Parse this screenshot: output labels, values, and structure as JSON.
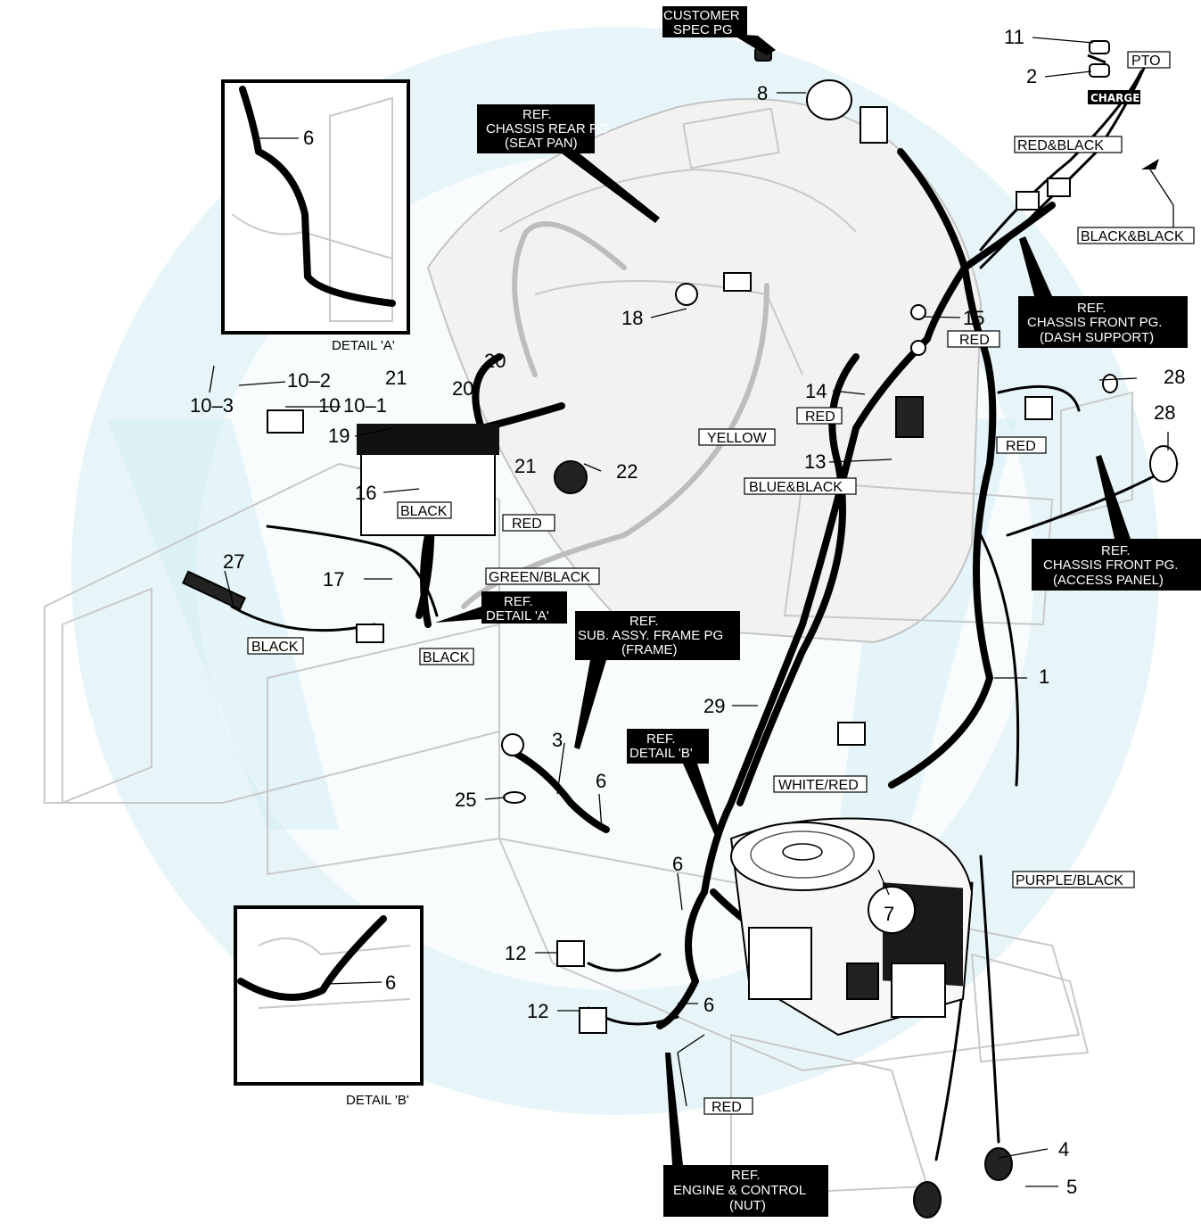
{
  "callouts": {
    "n1": "1",
    "n2": "2",
    "n3": "3",
    "n4": "4",
    "n5": "5",
    "n6_detail_a": "6",
    "n6_frame": "6",
    "n6_engine_top": "6",
    "n6_engine_low": "6",
    "n6_detail_b": "6",
    "n7": "7",
    "n8": "8",
    "n10": "10",
    "n10_1": "10–1",
    "n10_2": "10–2",
    "n10_3": "10–3",
    "n11": "11",
    "n12_upper": "12",
    "n12_lower": "12",
    "n13": "13",
    "n14": "14",
    "n15": "15",
    "n16": "16",
    "n17": "17",
    "n18": "18",
    "n19": "19",
    "n20_upper": "20",
    "n20_lower": "20",
    "n21_upper": "21",
    "n21_lower": "21",
    "n22": "22",
    "n25": "25",
    "n27": "27",
    "n28_upper": "28",
    "n28_lower": "28",
    "n29": "29"
  },
  "wire_tags": {
    "pto": "PTO",
    "charge": "CHARGE",
    "red_black": "RED&BLACK",
    "black_black": "BLACK&BLACK",
    "red_15": "RED",
    "red_14": "RED",
    "red_right": "RED",
    "yellow": "YELLOW",
    "blue_black": "BLUE&BLACK",
    "black_battery": "BLACK",
    "red_battery": "RED",
    "green_black": "GREEN/BLACK",
    "black_left": "BLACK",
    "black_lower": "BLACK",
    "white_red": "WHITE/RED",
    "purple_black": "PURPLE/BLACK",
    "red_nut": "RED"
  },
  "references": {
    "customer": [
      "CUSTOMER",
      "SPEC PG"
    ],
    "seat_pan": [
      "REF.",
      "CHASSIS REAR PG.",
      "(SEAT PAN)"
    ],
    "dash_support": [
      "REF.",
      "CHASSIS FRONT PG.",
      "(DASH SUPPORT)"
    ],
    "access_panel": [
      "REF.",
      "CHASSIS FRONT PG.",
      "(ACCESS PANEL)"
    ],
    "detail_a_ref": [
      "REF.",
      "DETAIL 'A'"
    ],
    "frame": [
      "REF.",
      "SUB. ASSY. FRAME PG",
      "(FRAME)"
    ],
    "detail_b_ref": [
      "REF.",
      "DETAIL 'B'"
    ],
    "engine_nut": [
      "REF.",
      "ENGINE & CONTROL",
      "(NUT)"
    ]
  },
  "details": {
    "a_caption": "DETAIL 'A'",
    "b_caption": "DETAIL 'B'"
  },
  "colors": {
    "watermark": "#d3ecf4",
    "line_art": "#000000",
    "ghost_parts": "#c9c9c9"
  }
}
